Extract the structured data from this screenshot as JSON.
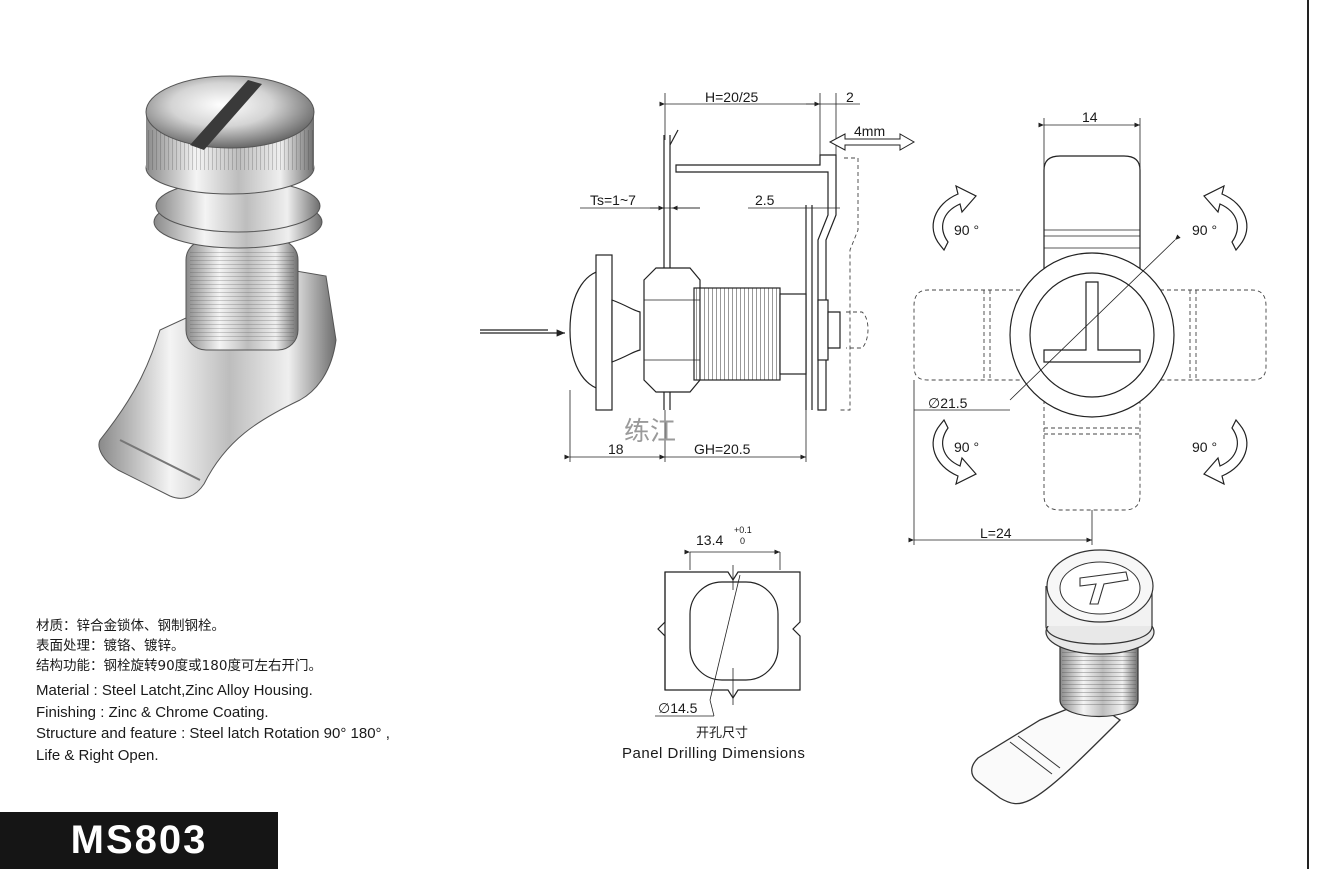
{
  "model": "MS803",
  "watermark": "练江",
  "dimensions": {
    "h": "H=20/25",
    "two": "2",
    "four_mm": "4mm",
    "ts": "Ts=1~7",
    "two_five": "2.5",
    "eighteen": "18",
    "gh": "GH=20.5",
    "fourteen": "14",
    "dia_21_5": "∅21.5",
    "l": "L=24",
    "cutout_width": "13.4",
    "tol_upper": "+0.1",
    "tol_lower": "0",
    "dia_14_5": "∅14.5"
  },
  "rotation_labels": [
    "90 °",
    "90 °",
    "90 °",
    "90 °"
  ],
  "panel_drilling": {
    "cn": "开孔尺寸",
    "en": "Panel Drilling Dimensions"
  },
  "notes": {
    "cn": [
      "材质：锌合金锁体、钢制钢栓。",
      "表面处理：镀铬、镀锌。",
      "结构功能：钢栓旋转90度或180度可左右开门。"
    ],
    "en": [
      "Material : Steel Latcht,Zinc Alloy Housing.",
      "Finishing :  Zinc & Chrome Coating.",
      "Structure and feature : Steel latch Rotation 90°   180°  ,",
      "Life & Right Open."
    ]
  },
  "colors": {
    "ink": "#1a1a1a",
    "bar": "#151515",
    "metal_light": "#f2f2f2",
    "metal_dark": "#6b6b6b"
  }
}
